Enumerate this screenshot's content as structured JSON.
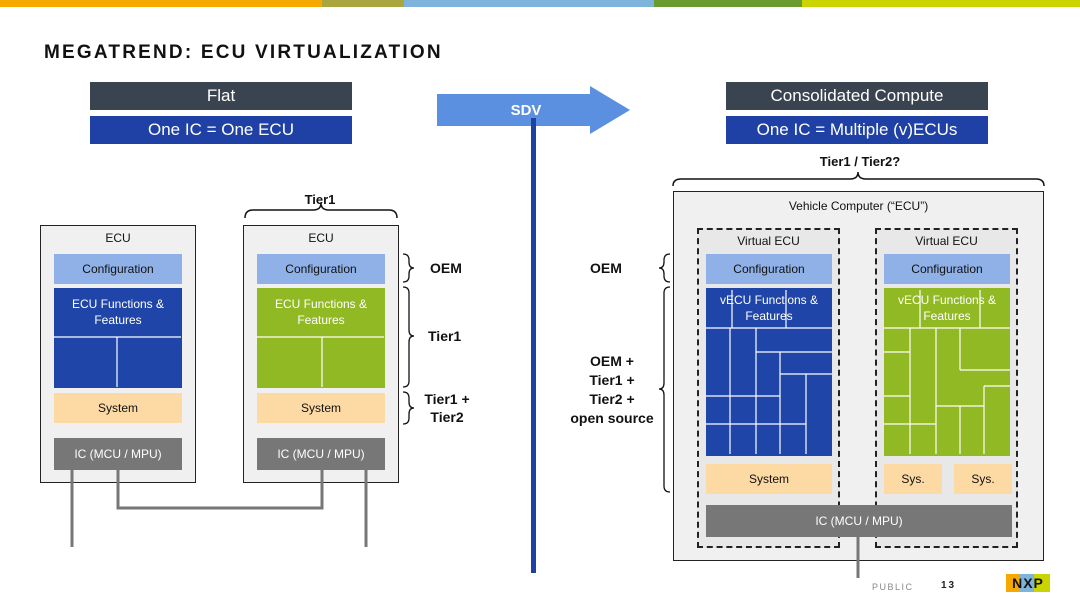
{
  "slide": {
    "title": "MEGATREND: ECU VIRTUALIZATION",
    "footer_public": "PUBLIC",
    "page_number": "13",
    "logo_text": "NXP"
  },
  "colors": {
    "topbar": [
      "#f7a800",
      "#a8a63c",
      "#7eb4dc",
      "#6a9b2e",
      "#c9d400"
    ],
    "header_dark": "#3a4450",
    "header_blue": "#1f41a6",
    "configuration": "#8fb1e8",
    "functions_blue": "#1f45a8",
    "functions_green": "#91b923",
    "system": "#fdd9a3",
    "ic": "#777777",
    "arrow": "#5b8fe0"
  },
  "left": {
    "header": "Flat",
    "subheader": "One IC = One ECU",
    "tier1_label": "Tier1",
    "ecu1": {
      "title": "ECU",
      "configuration": "Configuration",
      "functions": "ECU Functions & Features",
      "system": "System",
      "ic": "IC (MCU / MPU)"
    },
    "ecu2": {
      "title": "ECU",
      "configuration": "Configuration",
      "functions": "ECU Functions & Features",
      "system": "System",
      "ic": "IC (MCU / MPU)"
    },
    "side_labels": {
      "oem": "OEM",
      "tier1": "Tier1",
      "tier1_tier2_line1": "Tier1 +",
      "tier1_tier2_line2": "Tier2"
    }
  },
  "center": {
    "arrow_label": "SDV"
  },
  "right": {
    "header": "Consolidated Compute",
    "subheader": "One IC = Multiple (v)ECUs",
    "tier_question": "Tier1 / Tier2?",
    "vehicle_computer": "Vehicle Computer (“ECU”)",
    "vecu1": {
      "title": "Virtual ECU",
      "configuration": "Configuration",
      "functions": "vECU Functions & Features",
      "system": "System"
    },
    "vecu2": {
      "title": "Virtual ECU",
      "configuration": "Configuration",
      "functions": "vECU Functions & Features",
      "sys1": "Sys.",
      "sys2": "Sys."
    },
    "ic": "IC (MCU / MPU)",
    "side_labels": {
      "oem": "OEM",
      "line1": "OEM +",
      "line2": "Tier1 +",
      "line3": "Tier2 +",
      "line4": "open source"
    }
  }
}
